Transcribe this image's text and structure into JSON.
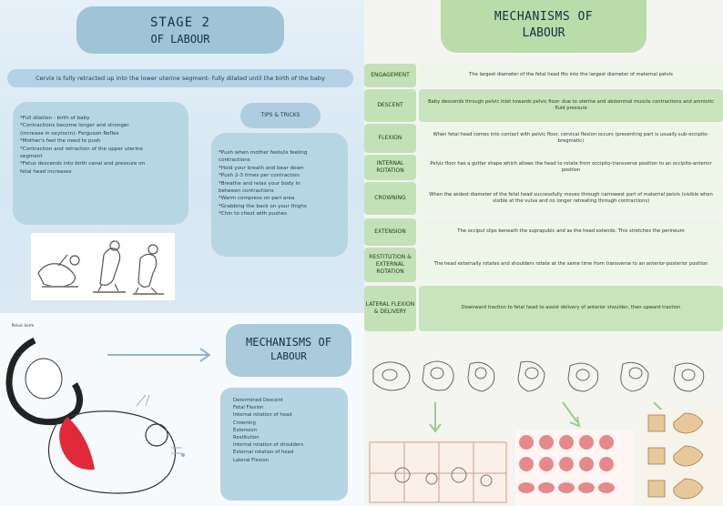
{
  "left": {
    "title_line1": "STAGE 2",
    "title_line2": "OF LABOUR",
    "cervix_note": "Cervix is fully retracted up into the lower uterine segment- fully dilated until the birth of the baby",
    "stage_items": [
      "*Full dilation - birth of baby",
      "*Contractions become longer and stronger",
      "(increase in oxytocin)- Ferguson Reflex",
      "*Mother's feel the need to push",
      "*Contraction and retraction of the upper uterine",
      "segment",
      "*Fetus descends into birth canal and pressure on",
      "fetal head increases"
    ],
    "tips_title": "TIPS & TRICKS",
    "tips_items": [
      "*Push when mother feels/is feeling",
      "contractions",
      "*Hold your breath and bear down",
      "*Push 2-3 times per contraction",
      "*Breathe and relax your body in",
      "between contractions",
      "*Warm compress on peri area",
      "*Grabbing the back on your thighs",
      "*Chin to chest with pushes"
    ],
    "pelvis_label": "Pelvic brim",
    "mechanisms_title_line1": "MECHANISMS OF",
    "mechanisms_title_line2": "LABOUR",
    "mechanism_list": [
      "Determined Descent",
      "Fetal Flexion",
      "Internal rotation of head",
      "Crowning",
      "Extension",
      "Restitution",
      "Internal rotation of shoulders",
      "External rotation of head",
      "Lateral Flexion"
    ]
  },
  "right": {
    "title_line1": "MECHANISMS OF",
    "title_line2": "LABOUR",
    "stages": [
      {
        "name": "ENGAGEMENT",
        "desc": "The largest diameter of the fetal head fits into the largest diameter of maternal pelvis"
      },
      {
        "name": "DESCENT",
        "desc": "Baby descends through pelvic inlet towards pelvic floor- due to uterine and abdominal muscle contractions and amniotic fluid pressure"
      },
      {
        "name": "FLEXION",
        "desc": "When fetal head comes into contact with pelvic floor, cervical flexion occurs (presenting part is usually sub-occipito-bregmatic)"
      },
      {
        "name": "INTERNAL ROTATION",
        "desc": "Pelvic floor has a gutter shape which allows the head to rotate from occipito-transverse position to an occipito-anterior position"
      },
      {
        "name": "CROWNING",
        "desc": "When the widest diameter of the fetal head successfully moves through narrowest part of maternal pelvis (visible when visible at the vulva and no longer retreating through contractions)"
      },
      {
        "name": "EXTENSION",
        "desc": "The occiput slips beneath the suprapubic and as the head extends. This stretches the perineum"
      },
      {
        "name": "RESTITUTION & EXTERNAL ROTATION",
        "desc": "The head externally rotates and shoulders rotate at the same time from transverse to an anterior-posterior position"
      },
      {
        "name": "LATERAL FLEXION & DELIVERY",
        "desc": "Downward traction to fetal head to assist delivery of anterior shoulder, then upward traction"
      }
    ]
  }
}
